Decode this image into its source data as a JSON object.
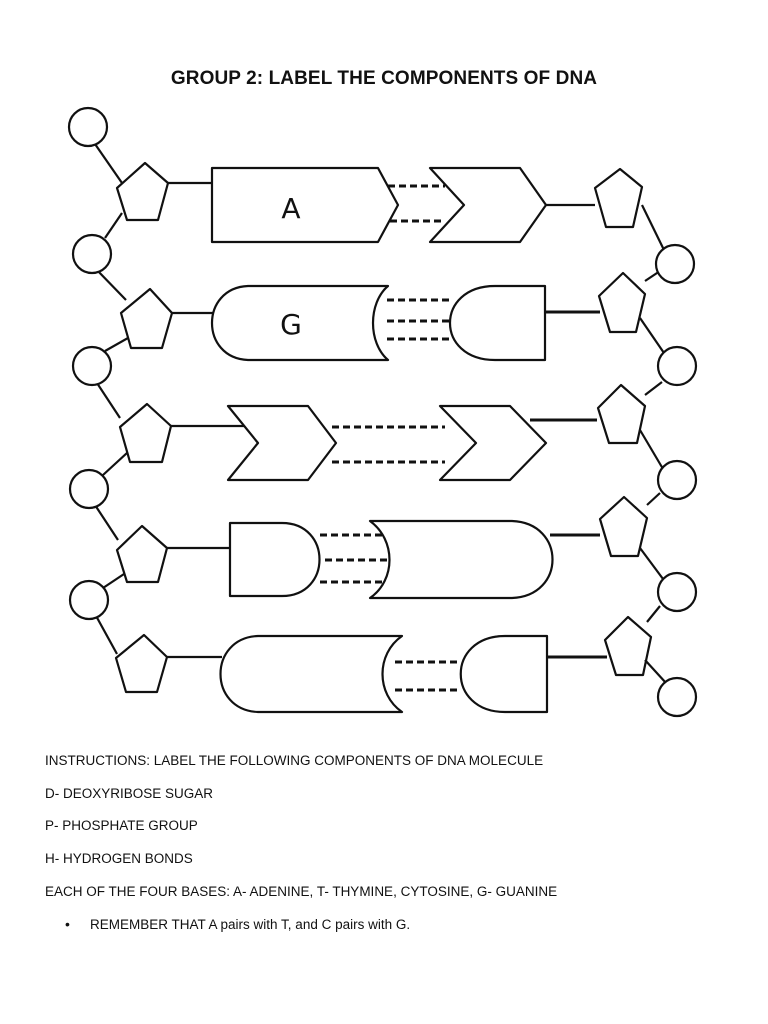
{
  "title": "GROUP 2: LABEL THE COMPONENTS OF DNA",
  "diagram": {
    "base_labels": {
      "row1_left": "A",
      "row2_left": "G"
    },
    "rows": [
      {
        "left_shape": "chevron",
        "right_shape": "chevron",
        "bonds": 2
      },
      {
        "left_shape": "rounded",
        "right_shape": "rounded",
        "bonds": 3
      },
      {
        "left_shape": "chevron",
        "right_shape": "chevron",
        "bonds": 2
      },
      {
        "left_shape": "rounded",
        "right_shape": "rounded",
        "bonds": 3
      },
      {
        "left_shape": "rounded",
        "right_shape": "rounded",
        "bonds": 2
      }
    ]
  },
  "instructions": {
    "heading": "INSTRUCTIONS: LABEL THE FOLLOWING COMPONENTS OF DNA MOLECULE",
    "d": "D- DEOXYRIBOSE SUGAR",
    "p": "P- PHOSPHATE GROUP",
    "h": "H- HYDROGEN BONDS",
    "bases": "EACH OF THE FOUR BASES: A- ADENINE, T- THYMINE, CYTOSINE, G- GUANINE",
    "reminder_bullet": "•",
    "reminder": "REMEMBER THAT A pairs with T, and C pairs with G."
  }
}
